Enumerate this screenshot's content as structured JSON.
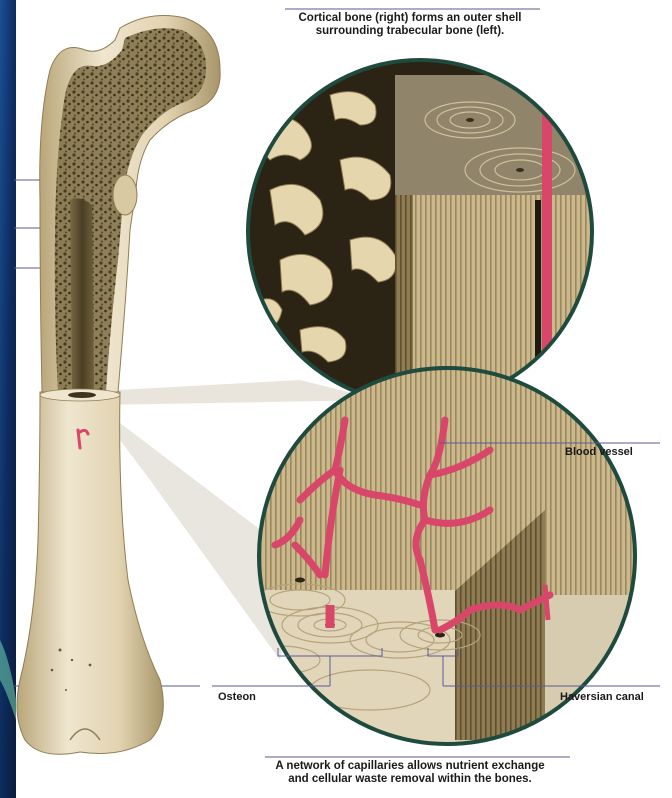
{
  "captions": {
    "top_line1": "Cortical bone (right) forms an outer shell",
    "top_line2": "surrounding trabecular bone (left).",
    "bottom_line1": "A network of capillaries allows nutrient exchange",
    "bottom_line2": "and cellular waste removal within the bones."
  },
  "labels": {
    "blood_vessel": "Blood vessel",
    "osteon": "Osteon",
    "haversian_canal": "Haversian canal"
  },
  "colors": {
    "bone_light": "#e8dcc0",
    "bone_mid": "#cdbb93",
    "bone_dark": "#5a4a2a",
    "marrow": "#3b3220",
    "vessel": "#d8476a",
    "circle_border": "#1f4a3e",
    "leader_line": "#5a5a96",
    "left_panel": "#0e2f63"
  }
}
